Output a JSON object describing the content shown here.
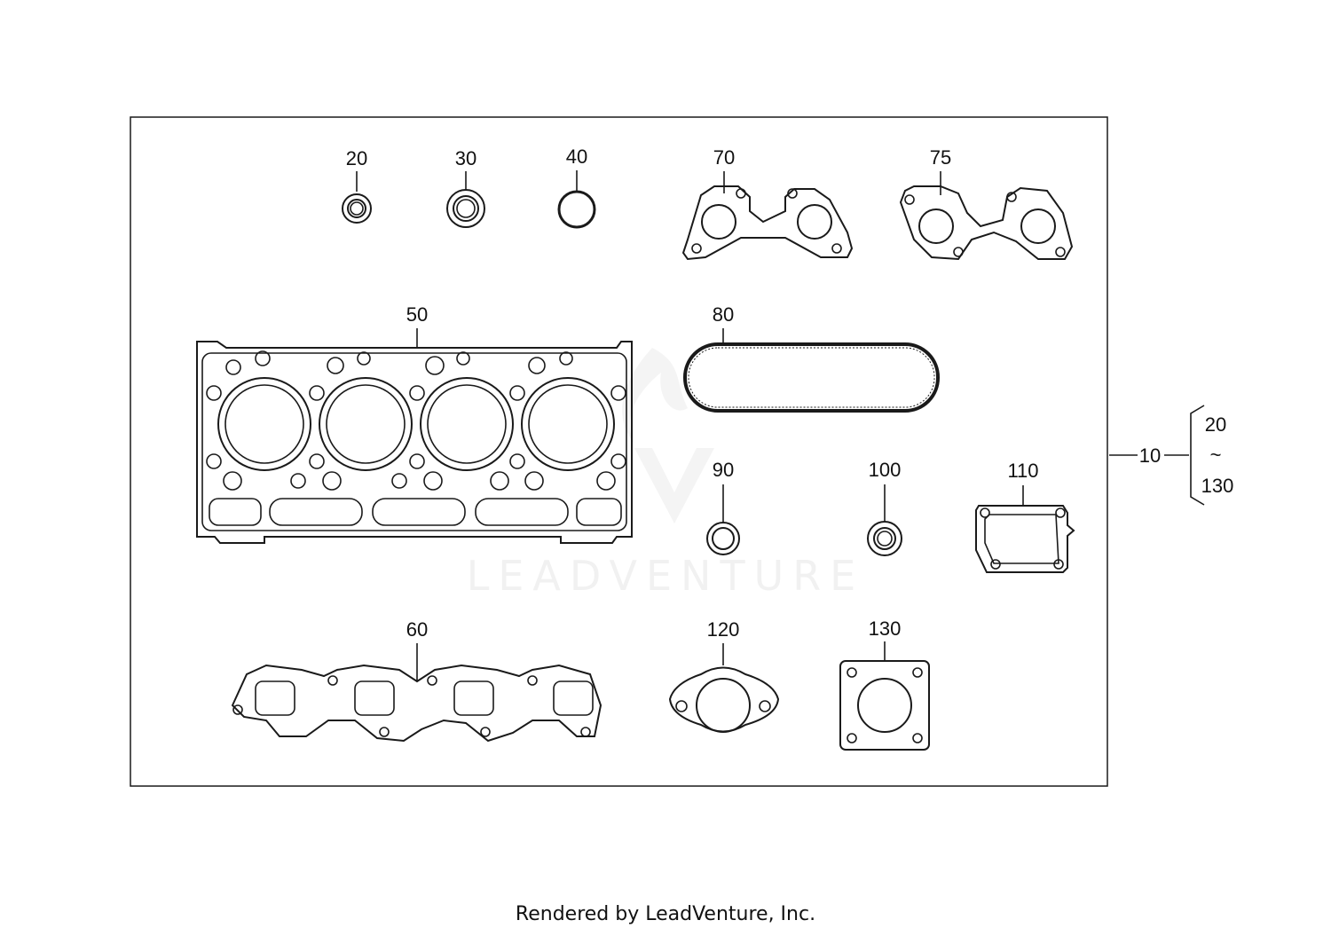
{
  "parts": {
    "p10": "10",
    "p20": "20",
    "p30": "30",
    "p40": "40",
    "p50": "50",
    "p60": "60",
    "p70": "70",
    "p75": "75",
    "p80": "80",
    "p90": "90",
    "p100": "100",
    "p110": "110",
    "p120": "120",
    "p130": "130"
  },
  "kit_range": {
    "from": "20",
    "tilde": "~",
    "to": "130"
  },
  "watermark": "LEADVENTURE",
  "footer": "Rendered by LeadVenture, Inc."
}
